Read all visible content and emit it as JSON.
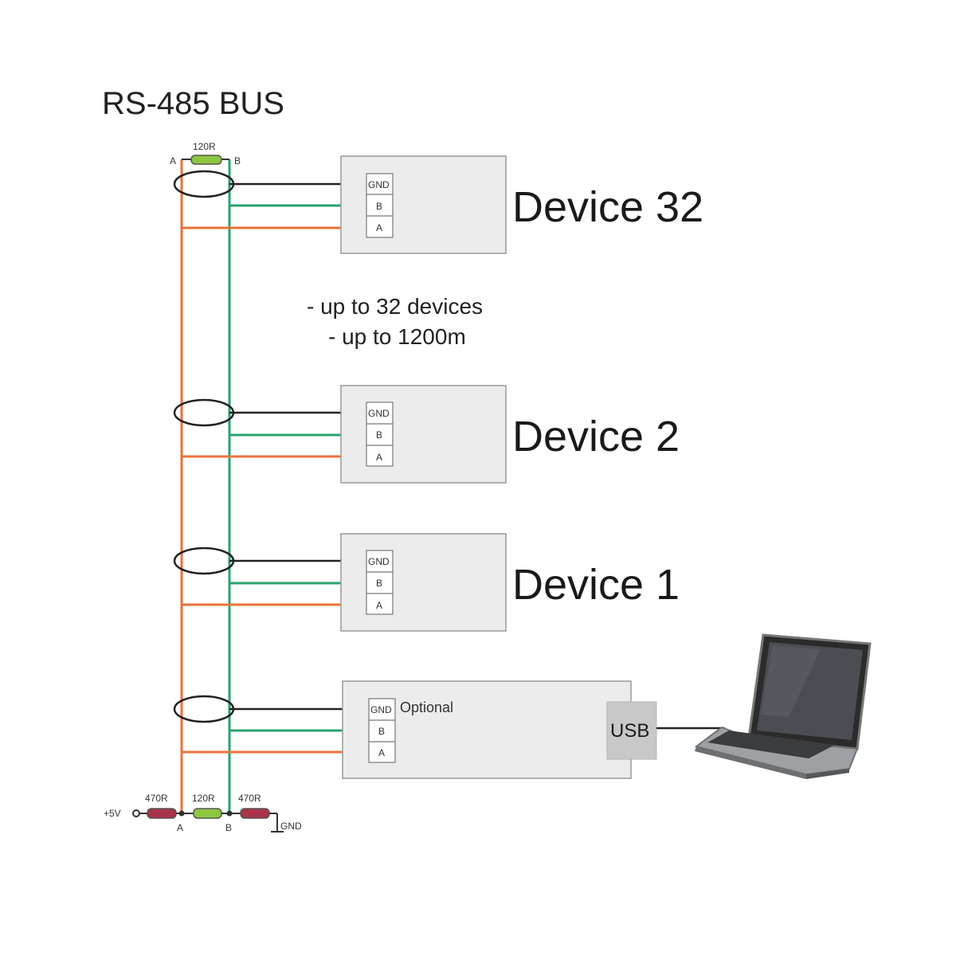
{
  "title": "RS-485 BUS",
  "colors": {
    "line_a": "#e8733a",
    "line_b": "#2aa36b",
    "line_gnd": "#222222",
    "box_fill": "#ececec",
    "box_stroke": "#9a9a9a",
    "resistor_green": "#8dc63f",
    "resistor_red": "#a8344a",
    "usb_fill": "#c8c8c8"
  },
  "top_terminator": {
    "label": "120R",
    "a_label": "A",
    "b_label": "B"
  },
  "notes": [
    "- up to 32 devices",
    "- up to 1200m"
  ],
  "pins": {
    "gnd": "GND",
    "b": "B",
    "a": "A"
  },
  "devices": [
    {
      "label": "Device 32"
    },
    {
      "label": "Device 2"
    },
    {
      "label": "Device 1"
    }
  ],
  "converter": {
    "label": "Optional",
    "usb": "USB",
    "icon": "laptop-icon"
  },
  "bias_network": {
    "supply": "+5V",
    "r_pullup": "470R",
    "r_term": "120R",
    "r_pulldown": "470R",
    "a_label": "A",
    "b_label": "B",
    "gnd": "GND"
  }
}
